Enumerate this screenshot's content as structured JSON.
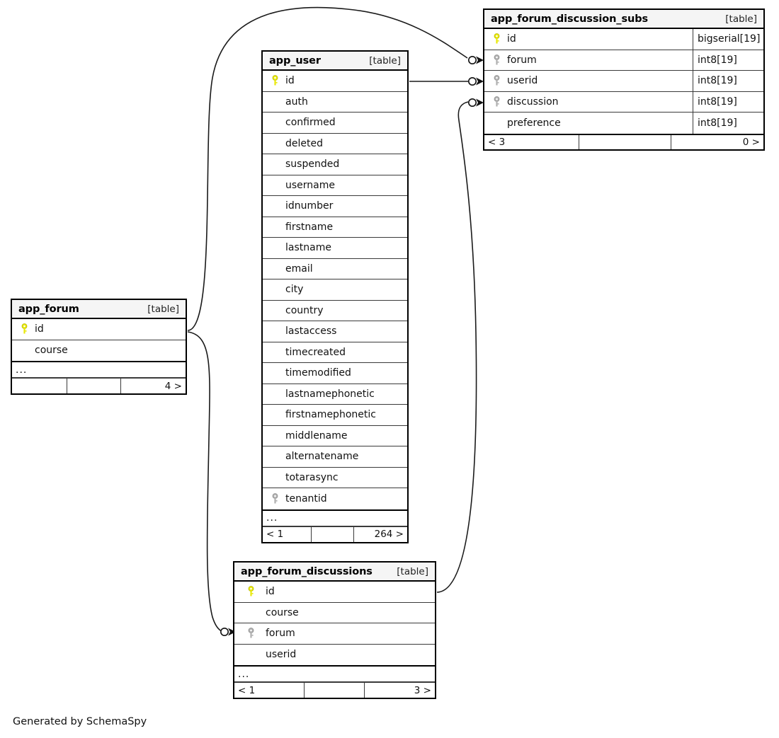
{
  "diagram": {
    "credit": "Generated by SchemaSpy",
    "table_tag": "[table]",
    "ellipsis": "...",
    "colors": {
      "primary_key": "#e8e80a",
      "foreign_key": "#b0b0b0",
      "header_bg": "#f5f5f5",
      "border": "#000000",
      "edge": "#1a1a1a"
    }
  },
  "tables": {
    "app_user": {
      "name": "app_user",
      "tag": "[table]",
      "columns": [
        {
          "name": "id",
          "key": "primary"
        },
        {
          "name": "auth",
          "key": "none"
        },
        {
          "name": "confirmed",
          "key": "none"
        },
        {
          "name": "deleted",
          "key": "none"
        },
        {
          "name": "suspended",
          "key": "none"
        },
        {
          "name": "username",
          "key": "none"
        },
        {
          "name": "idnumber",
          "key": "none"
        },
        {
          "name": "firstname",
          "key": "none"
        },
        {
          "name": "lastname",
          "key": "none"
        },
        {
          "name": "email",
          "key": "none"
        },
        {
          "name": "city",
          "key": "none"
        },
        {
          "name": "country",
          "key": "none"
        },
        {
          "name": "lastaccess",
          "key": "none"
        },
        {
          "name": "timecreated",
          "key": "none"
        },
        {
          "name": "timemodified",
          "key": "none"
        },
        {
          "name": "lastnamephonetic",
          "key": "none"
        },
        {
          "name": "firstnamephonetic",
          "key": "none"
        },
        {
          "name": "middlename",
          "key": "none"
        },
        {
          "name": "alternatename",
          "key": "none"
        },
        {
          "name": "totarasync",
          "key": "none"
        },
        {
          "name": "tenantid",
          "key": "foreign"
        }
      ],
      "more": "...",
      "footer": {
        "left": "< 1",
        "middle": "",
        "right": "264 >"
      }
    },
    "app_forum": {
      "name": "app_forum",
      "tag": "[table]",
      "columns": [
        {
          "name": "id",
          "key": "primary"
        },
        {
          "name": "course",
          "key": "none"
        }
      ],
      "more": "...",
      "footer": {
        "left": "",
        "middle": "",
        "right": "4 >"
      }
    },
    "app_forum_discussion_subs": {
      "name": "app_forum_discussion_subs",
      "tag": "[table]",
      "columns": [
        {
          "name": "id",
          "key": "primary",
          "type": "bigserial[19]"
        },
        {
          "name": "forum",
          "key": "foreign",
          "type": "int8[19]"
        },
        {
          "name": "userid",
          "key": "foreign",
          "type": "int8[19]"
        },
        {
          "name": "discussion",
          "key": "foreign",
          "type": "int8[19]"
        },
        {
          "name": "preference",
          "key": "none",
          "type": "int8[19]"
        }
      ],
      "footer": {
        "left": "< 3",
        "middle": "",
        "right": "0 >"
      }
    },
    "app_forum_discussions": {
      "name": "app_forum_discussions",
      "tag": "[table]",
      "columns": [
        {
          "name": "id",
          "key": "primary"
        },
        {
          "name": "course",
          "key": "none"
        },
        {
          "name": "forum",
          "key": "foreign"
        },
        {
          "name": "userid",
          "key": "none"
        }
      ],
      "more": "...",
      "footer": {
        "left": "< 1",
        "middle": "",
        "right": "3 >"
      }
    }
  },
  "relationships": [
    {
      "from": "app_forum.id",
      "to": "app_forum_discussion_subs.forum"
    },
    {
      "from": "app_user.id",
      "to": "app_forum_discussion_subs.userid"
    },
    {
      "from": "app_forum_discussions.id",
      "to": "app_forum_discussion_subs.discussion"
    },
    {
      "from": "app_forum.id",
      "to": "app_forum_discussions.forum"
    }
  ]
}
